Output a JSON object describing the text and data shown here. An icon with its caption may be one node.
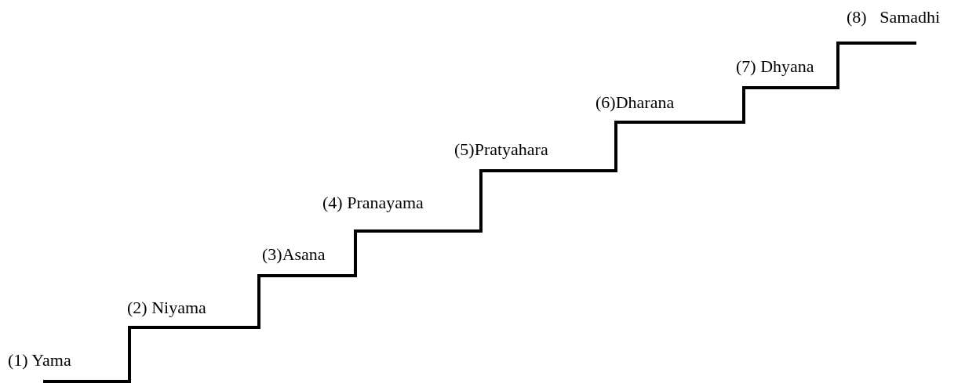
{
  "diagram": {
    "labels": [
      "(1) Yama",
      "(2) Niyama",
      "(3)Asana",
      "(4) Pranayama",
      "(5)Pratyahara",
      "(6)Dharana",
      "(7) Dhyana",
      "(8)   Samadhi"
    ]
  }
}
